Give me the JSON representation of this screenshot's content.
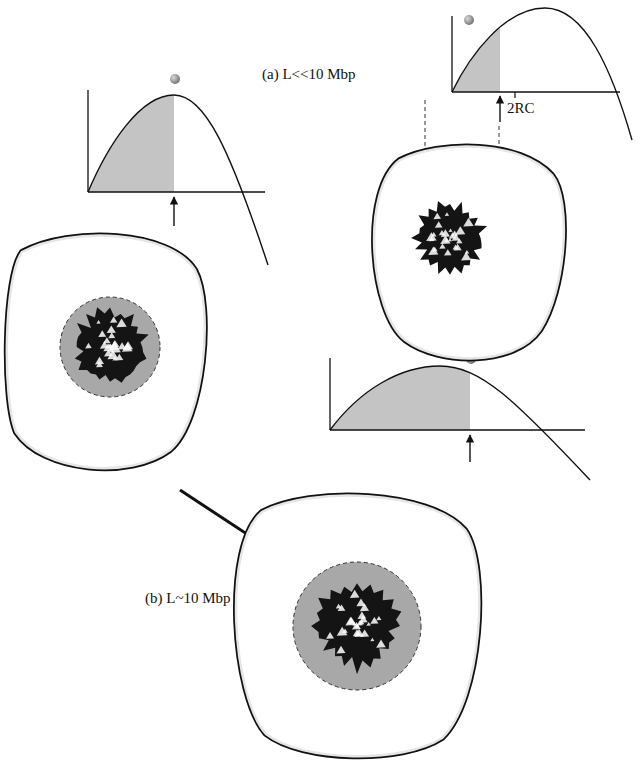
{
  "diagram": {
    "labels": [
      "(a) L<<10 Mbp",
      "2RC",
      "(b) L~10 Mbp"
    ]
  }
}
